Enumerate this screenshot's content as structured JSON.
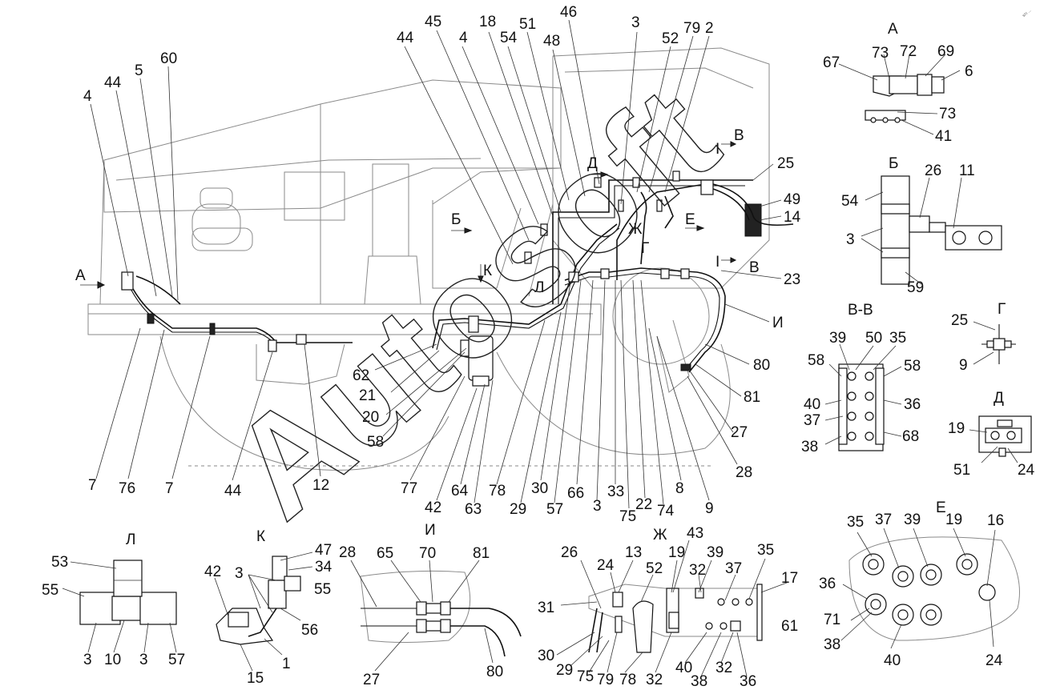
{
  "view_letters": [
    "А",
    "Б",
    "В",
    "В",
    "В-В",
    "Г",
    "Д",
    "Е",
    "Ж",
    "И",
    "К",
    "Л",
    "I",
    "I"
  ],
  "watermark": "Autosoft",
  "corner_mark": "s/n ..."
}
